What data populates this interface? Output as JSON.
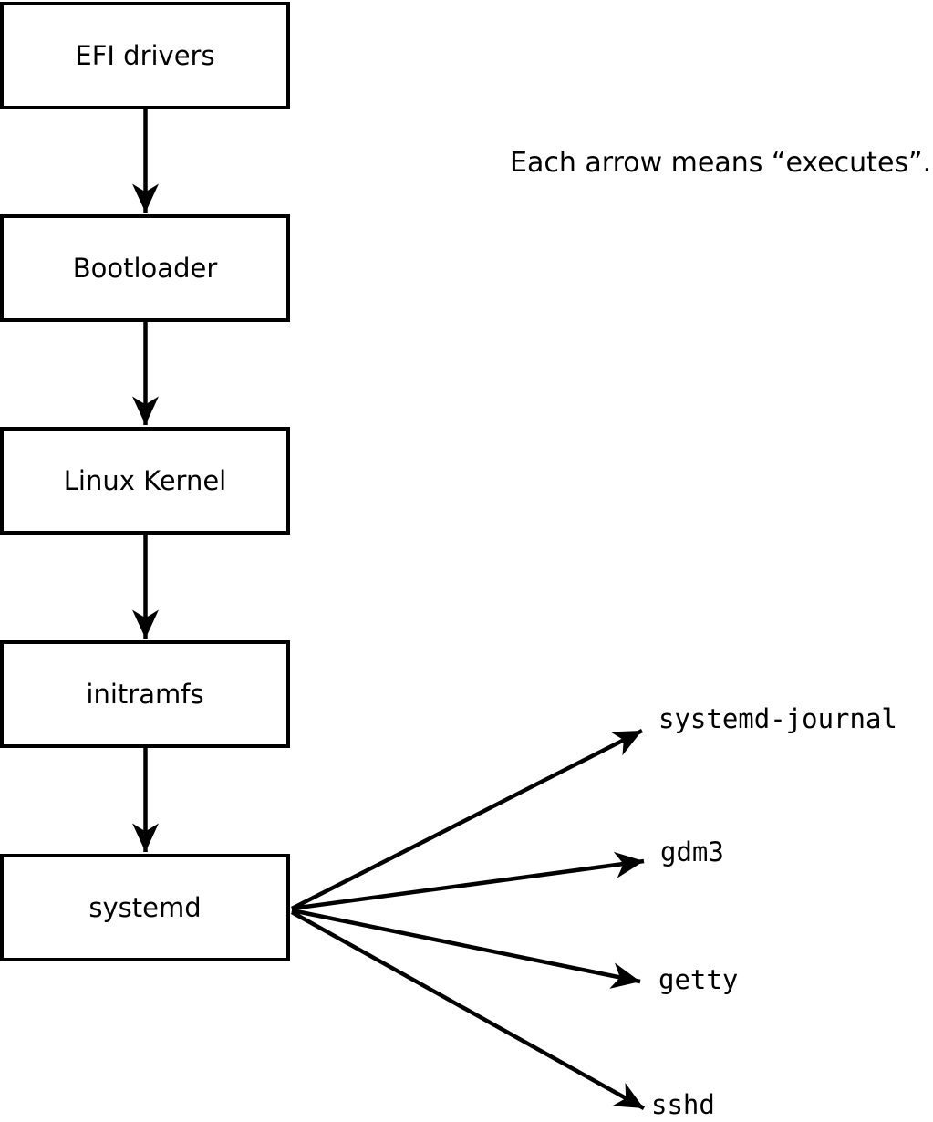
{
  "annotation": "Each arrow means “executes”.",
  "chain": [
    {
      "label": "EFI drivers"
    },
    {
      "label": "Bootloader"
    },
    {
      "label": "Linux Kernel"
    },
    {
      "label": "initramfs"
    },
    {
      "label": "systemd"
    }
  ],
  "processes": [
    {
      "label": "systemd-journal"
    },
    {
      "label": "gdm3"
    },
    {
      "label": "getty"
    },
    {
      "label": "sshd"
    }
  ],
  "colors": {
    "background": "#ffffff",
    "line": "#000000",
    "box_fill": "#ffffff",
    "box_border": "#000000",
    "text": "#000000"
  }
}
